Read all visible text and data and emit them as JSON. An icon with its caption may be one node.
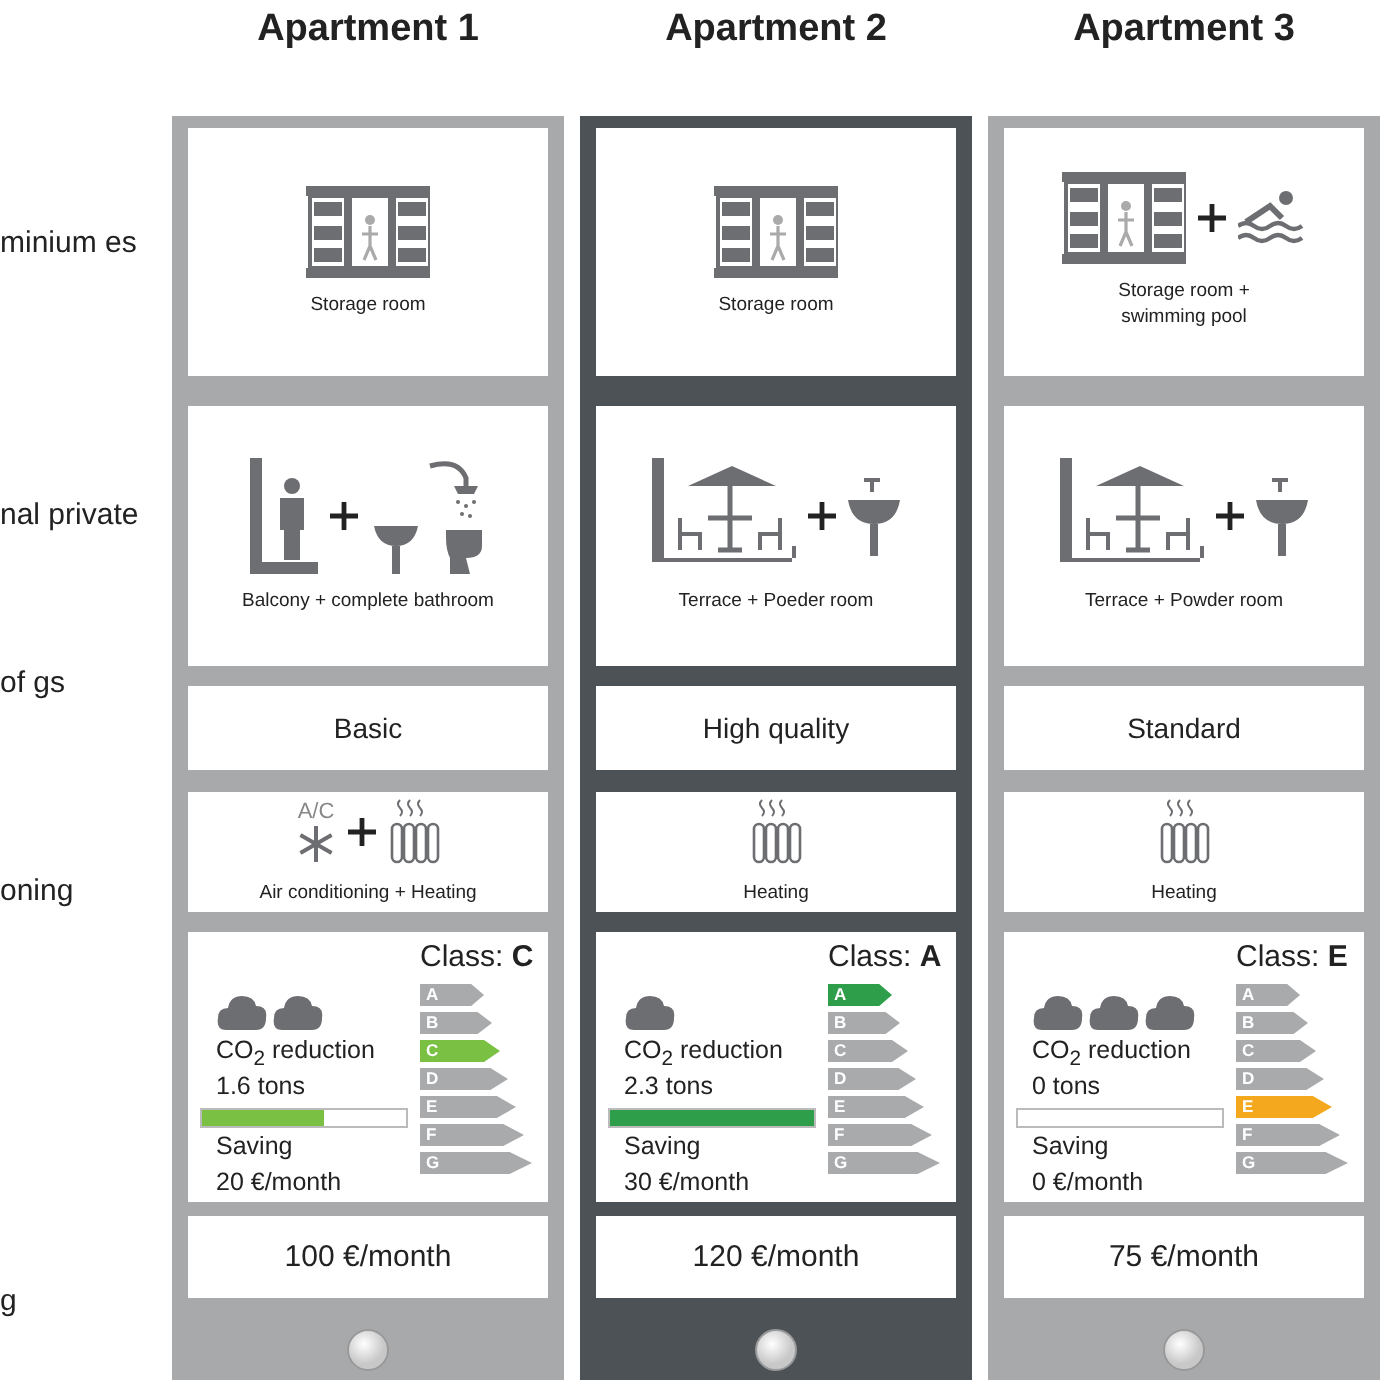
{
  "diagram": {
    "nodes": [
      {
        "text": [
          "Apartment 1"
        ]
      },
      {
        "text": [
          "Storage room"
        ],
        "in": 0
      },
      {
        "text": [
          "Balcony + complete bathroom"
        ],
        "in": 0
      },
      {
        "text": [
          "Basic"
        ],
        "in": 0
      },
      {
        "text": [
          "A/C",
          "Air conditioning + Heating"
        ],
        "in": 0
      },
      {
        "text": [
          "Class: **C**",
          "A",
          "B",
          "C",
          "D",
          "E",
          "F",
          "G",
          "CO$_{2}$ reduction",
          "1.6 tons",
          "Saving",
          "20 €/month"
        ],
        "in": 0
      },
      {
        "text": [
          "100 €/month"
        ],
        "in": 0
      },
      {
        "text": [
          "Apartment 2"
        ]
      },
      {
        "text": [
          "Storage room"
        ],
        "in": 7
      },
      {
        "text": [
          "Terrace + Poeder room"
        ],
        "in": 7
      },
      {
        "text": [
          "High quality"
        ],
        "in": 7
      },
      {
        "text": [
          "Heating"
        ],
        "in": 7
      },
      {
        "text": [
          "Class: **A**",
          "A",
          "B",
          "C",
          "D",
          "E",
          "F",
          "G",
          "CO$_{2}$ reduction",
          "2.3 tons",
          "Saving",
          "30 €/month"
        ],
        "in": 7
      },
      {
        "text": [
          "120 €/month"
        ],
        "in": 7
      },
      {
        "text": [
          "Apartment 3"
        ]
      },
      {
        "text": [
          "Storage room + swimming pool"
        ],
        "in": 14
      },
      {
        "text": [
          "Terrace + Powder room"
        ],
        "in": 14
      },
      {
        "text": [
          "Standard"
        ],
        "in": 14
      },
      {
        "text": [
          "Heating"
        ],
        "in": 14
      },
      {
        "text": [
          "Class: **E**",
          "A",
          "B",
          "C",
          "D",
          "E",
          "F",
          "G",
          "CO$_{2}$ reduction",
          "0 tons",
          "Saving",
          "0 €/month"
        ],
        "in": 14
      },
      {
        "text": [
          "75 €/month"
        ],
        "in": 14
      }
    ],
    "labels": [
      "minium es",
      "nal private",
      "of gs",
      "oning",
      "g"
    ]
  }
}
